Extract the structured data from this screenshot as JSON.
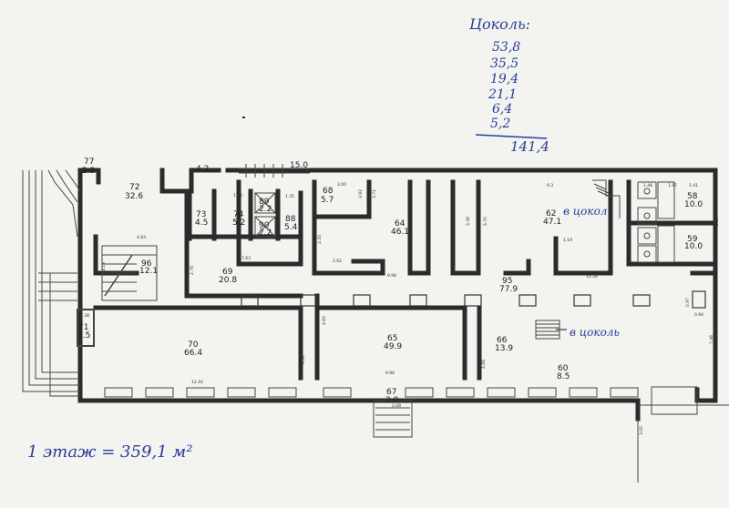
{
  "annotations": {
    "basement_title": "Цоколь:",
    "basement_values": [
      "53,8",
      "35,5",
      "19,4",
      "21,1",
      "6,4",
      "5,2"
    ],
    "basement_total": "141,4",
    "to_basement_1": "в цокол.",
    "to_basement_2": "в цоколь",
    "floor_total": "1 этаж = 359,1 м²"
  },
  "top_dim": "15.0",
  "top_dim2": "4.2",
  "rooms": [
    {
      "id": "77",
      "area": "2.3"
    },
    {
      "id": "72",
      "area": "32.6"
    },
    {
      "id": "73",
      "area": "4.5"
    },
    {
      "id": "74",
      "area": "5.2"
    },
    {
      "id": "89",
      "area": "2.2"
    },
    {
      "id": "90",
      "area": "2.2"
    },
    {
      "id": "88",
      "area": "5.4"
    },
    {
      "id": "68",
      "area": "5.7"
    },
    {
      "id": "64",
      "area": "46.1"
    },
    {
      "id": "62",
      "area": "47.1"
    },
    {
      "id": "58",
      "area": "10.0"
    },
    {
      "id": "59",
      "area": "10.0"
    },
    {
      "id": "96",
      "area": "12.1"
    },
    {
      "id": "69",
      "area": "20.8"
    },
    {
      "id": "95",
      "area": "77.9"
    },
    {
      "id": "71",
      "area": "2.5"
    },
    {
      "id": "70",
      "area": "66.4"
    },
    {
      "id": "65",
      "area": "49.9"
    },
    {
      "id": "66",
      "area": "13.9"
    },
    {
      "id": "60",
      "area": "8.5"
    },
    {
      "id": "67",
      "area": "2.8"
    }
  ],
  "dims": [
    "4.83",
    "3.13",
    "2.78",
    "7.63",
    "1.65",
    "1.35",
    "3.00",
    "3.92",
    "2.35",
    "2.62",
    "9.98",
    "3.71",
    "3.38",
    "5.70",
    "9.3",
    "1.19",
    "14.34",
    "1.48",
    "1.97",
    "1.41",
    "3.59",
    "0.97",
    "0.94",
    "7.46",
    "4.65",
    "4.92",
    "12.44",
    "9.96",
    "4.88",
    "2.08",
    "1.38",
    "3.00"
  ]
}
